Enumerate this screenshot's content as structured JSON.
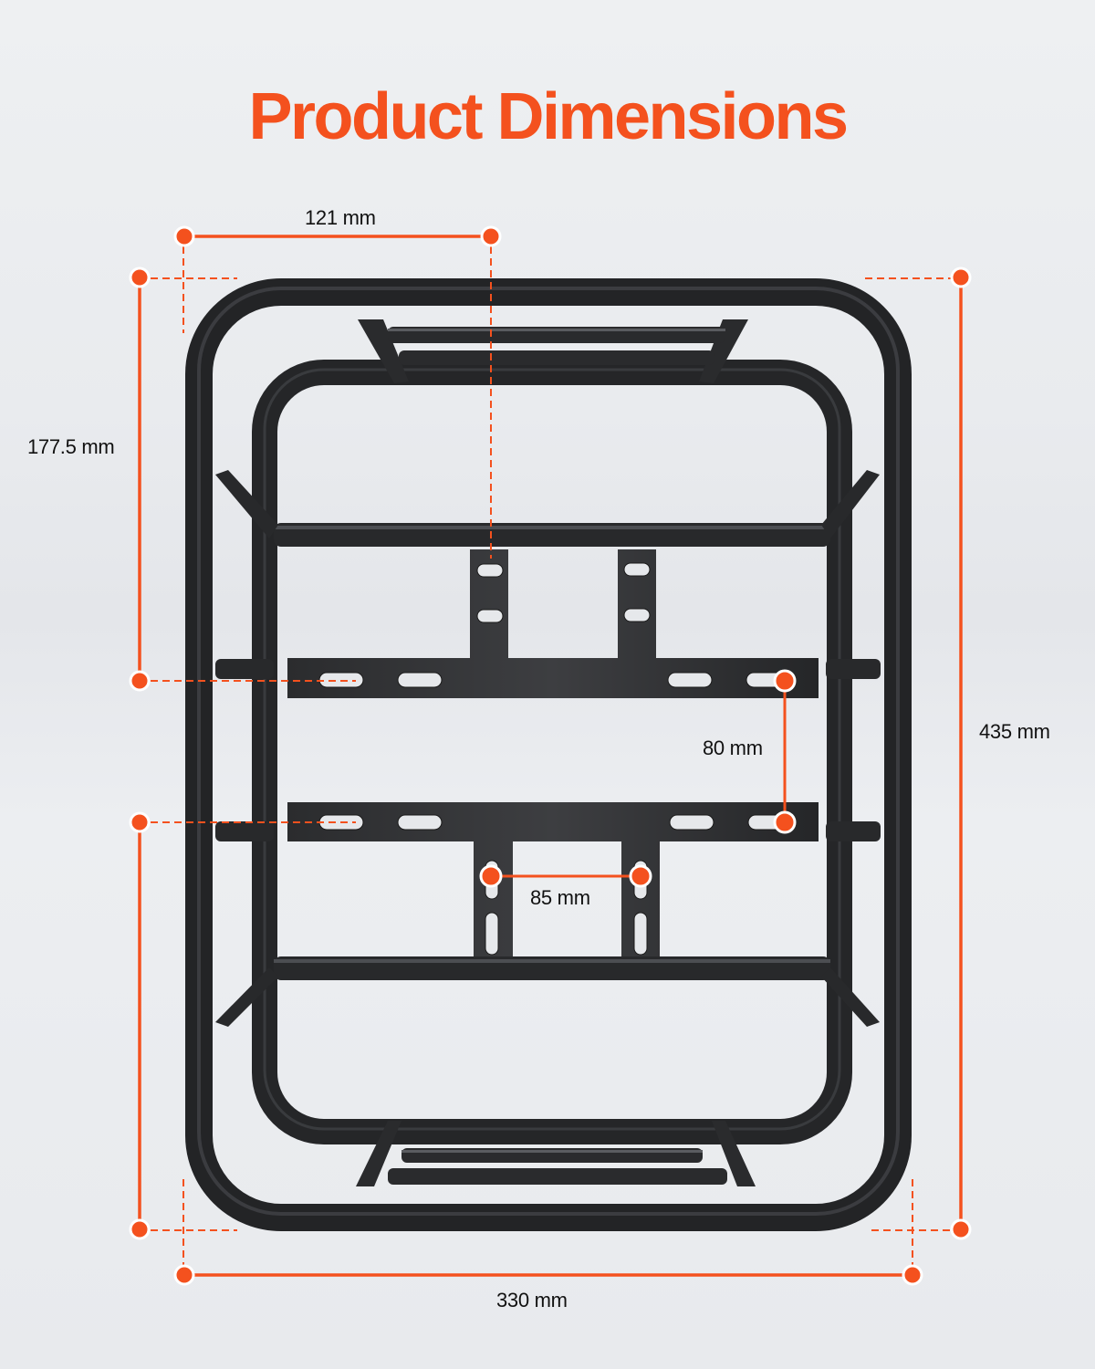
{
  "title": "Product Dimensions",
  "colors": {
    "accent": "#F4511E",
    "frame": "#2a2b2d",
    "text": "#111111",
    "background": "#ebedf0"
  },
  "product": {
    "name": "rear rack frame",
    "icon": "rack-frame-illustration"
  },
  "dimensions": {
    "top_width": {
      "label": "121 mm",
      "value": 121,
      "unit": "mm"
    },
    "upper_height": {
      "label": "177.5 mm",
      "value": 177.5,
      "unit": "mm"
    },
    "total_height": {
      "label": "435 mm",
      "value": 435,
      "unit": "mm"
    },
    "plate_spacing": {
      "label": "80 mm",
      "value": 80,
      "unit": "mm"
    },
    "slot_spacing": {
      "label": "85 mm",
      "value": 85,
      "unit": "mm"
    },
    "total_width": {
      "label": "330 mm",
      "value": 330,
      "unit": "mm"
    }
  }
}
